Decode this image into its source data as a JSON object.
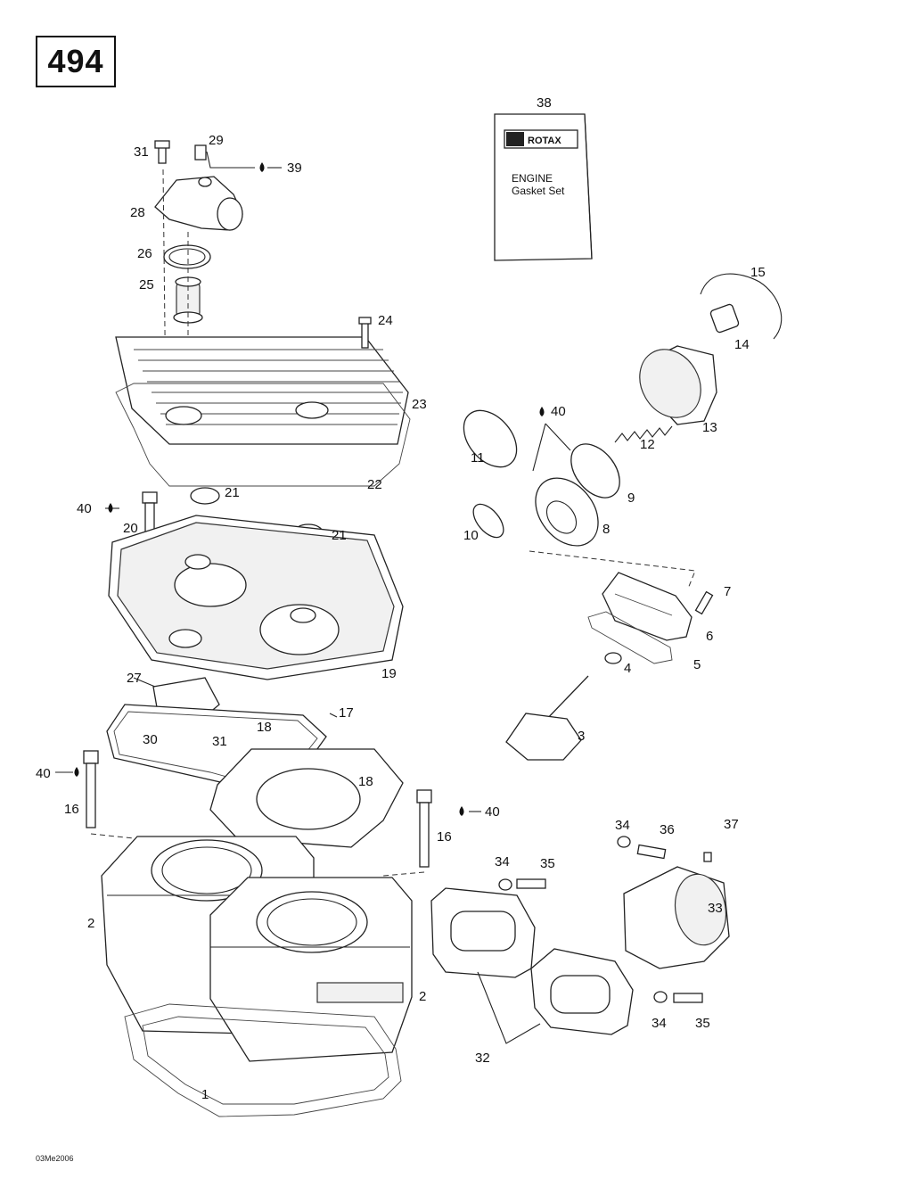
{
  "page_number": "494",
  "footer_code": "03Me2006",
  "kit": {
    "brand": "ROTAX",
    "line1": "ENGINE",
    "line2": "Gasket Set"
  },
  "callouts": {
    "c38": "38",
    "c31a": "31",
    "c29": "29",
    "c39": "39",
    "c28": "28",
    "c26": "26",
    "c25": "25",
    "c24": "24",
    "c15": "15",
    "c14": "14",
    "c23": "23",
    "c40a": "40",
    "c13": "13",
    "c12": "12",
    "c11": "11",
    "c9": "9",
    "c22": "22",
    "c21a": "21",
    "c40b": "40",
    "c20": "20",
    "c21b": "21",
    "c10": "10",
    "c8": "8",
    "c7": "7",
    "c6": "6",
    "c5": "5",
    "c4": "4",
    "c19": "19",
    "c27": "27",
    "c17": "17",
    "c30": "30",
    "c31b": "31",
    "c18a": "18",
    "c3": "3",
    "c40c": "40",
    "c18b": "18",
    "c16a": "16",
    "c40d": "40",
    "c16b": "16",
    "c34a": "34",
    "c36": "36",
    "c37": "37",
    "c34b": "34",
    "c35a": "35",
    "c33": "33",
    "c2a": "2",
    "c2b": "2",
    "c34c": "34",
    "c35b": "35",
    "c32": "32",
    "c1": "1"
  }
}
